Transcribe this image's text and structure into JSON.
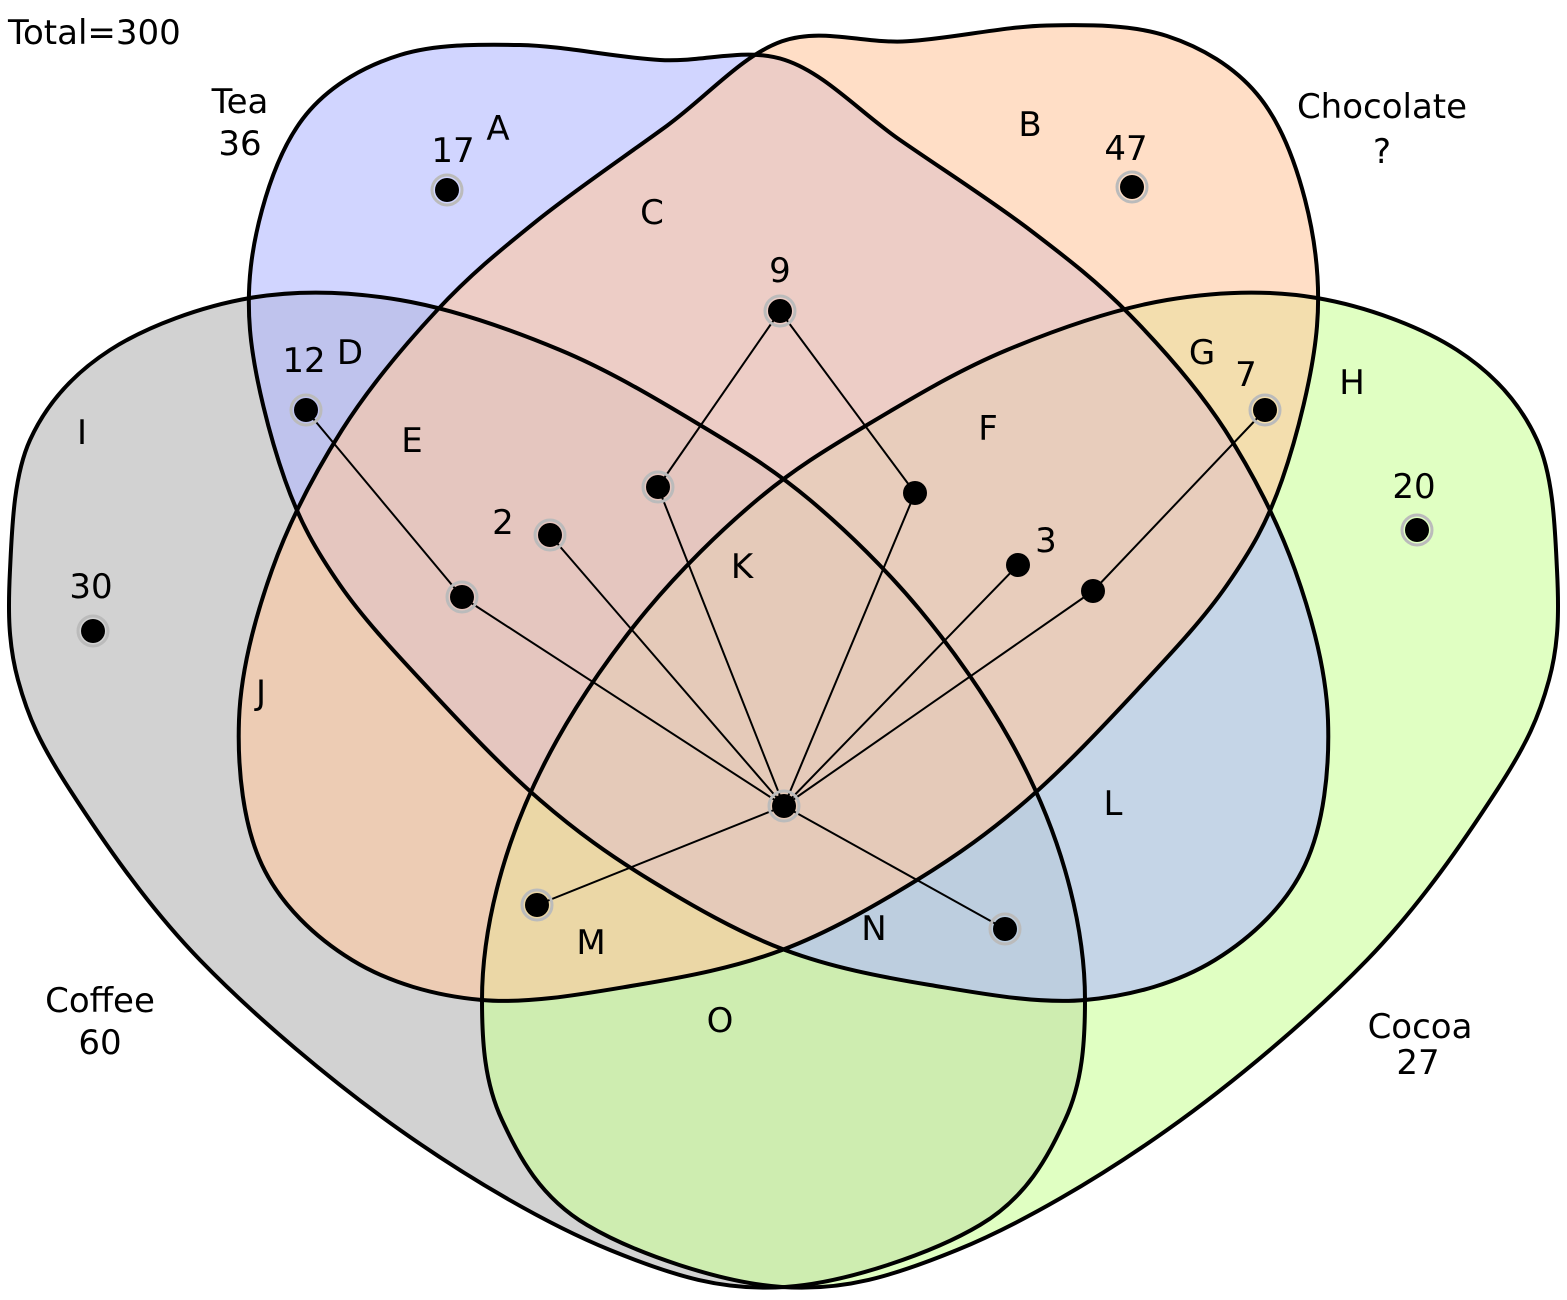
{
  "diagram": {
    "type": "venn-4-set",
    "total_label": "Total=300",
    "sets": [
      {
        "id": "tea",
        "name": "Tea",
        "total": "36",
        "color": "#b3b9ff"
      },
      {
        "id": "chocolate",
        "name": "Chocolate",
        "total": "?",
        "color": "#ffc8a0"
      },
      {
        "id": "coffee",
        "name": "Coffee",
        "total": "60",
        "color": "#b4b4b4"
      },
      {
        "id": "cocoa",
        "name": "Cocoa",
        "total": "27",
        "color": "#ccff99"
      }
    ],
    "regions": [
      {
        "label": "A",
        "sets": [
          "tea"
        ],
        "count": "17"
      },
      {
        "label": "B",
        "sets": [
          "chocolate"
        ],
        "count": "47"
      },
      {
        "label": "C",
        "sets": [
          "tea",
          "chocolate"
        ],
        "count": "9"
      },
      {
        "label": "D",
        "sets": [
          "tea",
          "coffee"
        ],
        "count": "12"
      },
      {
        "label": "E",
        "sets": [
          "tea",
          "chocolate",
          "coffee"
        ],
        "count": "2"
      },
      {
        "label": "F",
        "sets": [
          "tea",
          "chocolate",
          "cocoa"
        ],
        "count": "3"
      },
      {
        "label": "G",
        "sets": [
          "chocolate",
          "cocoa"
        ],
        "count": "7"
      },
      {
        "label": "H",
        "sets": [
          "cocoa"
        ],
        "count": "20"
      },
      {
        "label": "I",
        "sets": [
          "coffee"
        ],
        "count": "30"
      },
      {
        "label": "J",
        "sets": [
          "chocolate",
          "coffee"
        ],
        "count": ""
      },
      {
        "label": "K",
        "sets": [
          "tea",
          "chocolate",
          "coffee",
          "cocoa"
        ],
        "count": ""
      },
      {
        "label": "L",
        "sets": [
          "tea",
          "cocoa"
        ],
        "count": ""
      },
      {
        "label": "M",
        "sets": [
          "chocolate",
          "coffee",
          "cocoa"
        ],
        "count": ""
      },
      {
        "label": "N",
        "sets": [
          "tea",
          "coffee",
          "cocoa"
        ],
        "count": ""
      },
      {
        "label": "O",
        "sets": [
          "coffee",
          "cocoa"
        ],
        "count": ""
      }
    ],
    "numbers": [
      "17",
      "47",
      "9",
      "12",
      "2",
      "3",
      "7",
      "20",
      "30"
    ]
  }
}
